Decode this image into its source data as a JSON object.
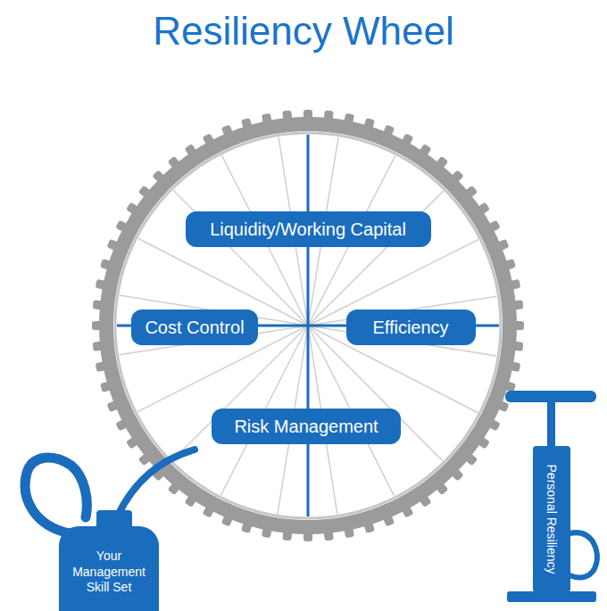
{
  "diagram": {
    "title": "Resiliency Wheel",
    "nodes": [
      {
        "text": [
          "Liquidity/Working Capital"
        ]
      },
      {
        "text": [
          "Cost Control"
        ]
      },
      {
        "text": [
          "Efficiency"
        ]
      },
      {
        "text": [
          "Risk Management"
        ]
      },
      {
        "text": [
          "Your Management Skill Set"
        ]
      },
      {
        "text": [
          "Personal Resiliency"
        ]
      }
    ]
  }
}
